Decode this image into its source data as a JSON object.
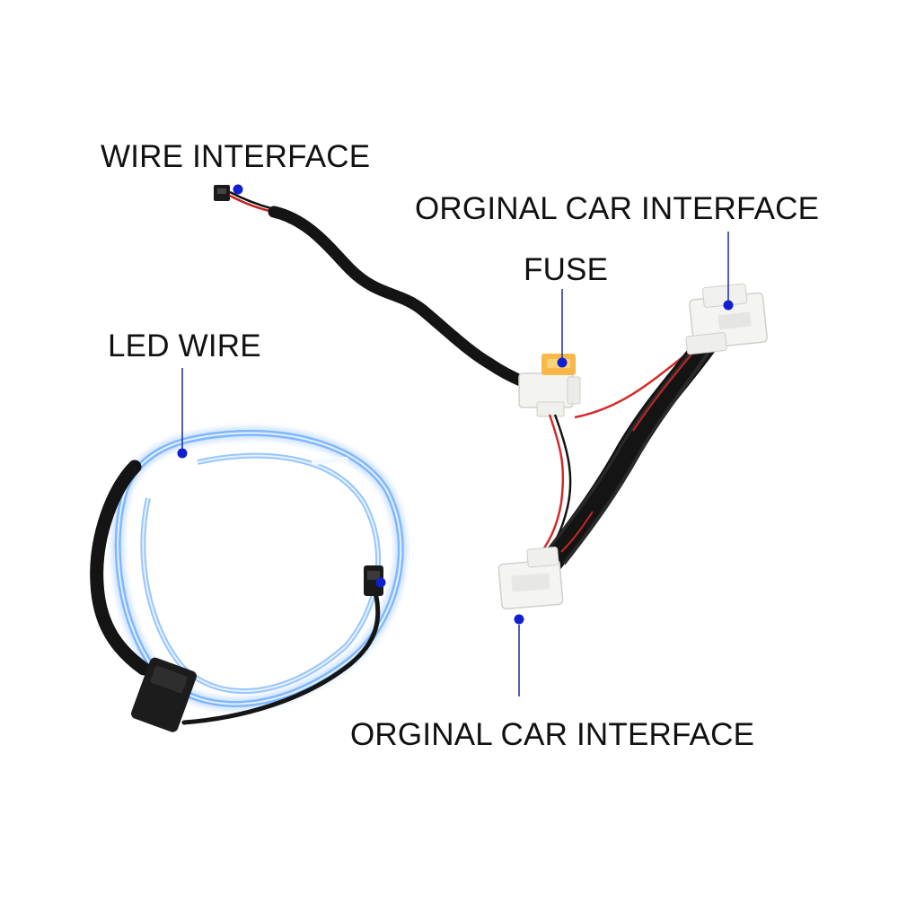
{
  "labels": {
    "wire_interface": "WIRE INTERFACE",
    "orginal_car_interface_top": "ORGINAL CAR INTERFACE",
    "fuse": "FUSE",
    "led_wire": "LED WIRE",
    "orginal_car_interface_bottom": "ORGINAL CAR INTERFACE"
  },
  "colors": {
    "label_text": "#111111",
    "callout_line": "#1a2a99",
    "callout_dot": "#1020d0",
    "led_glow": "#7fb7ff",
    "led_core": "#cfe4ff",
    "cable_black": "#121212",
    "connector_white": "#f2f2f0",
    "fuse_amber": "#f6b23a",
    "wire_red": "#d42a2a"
  }
}
